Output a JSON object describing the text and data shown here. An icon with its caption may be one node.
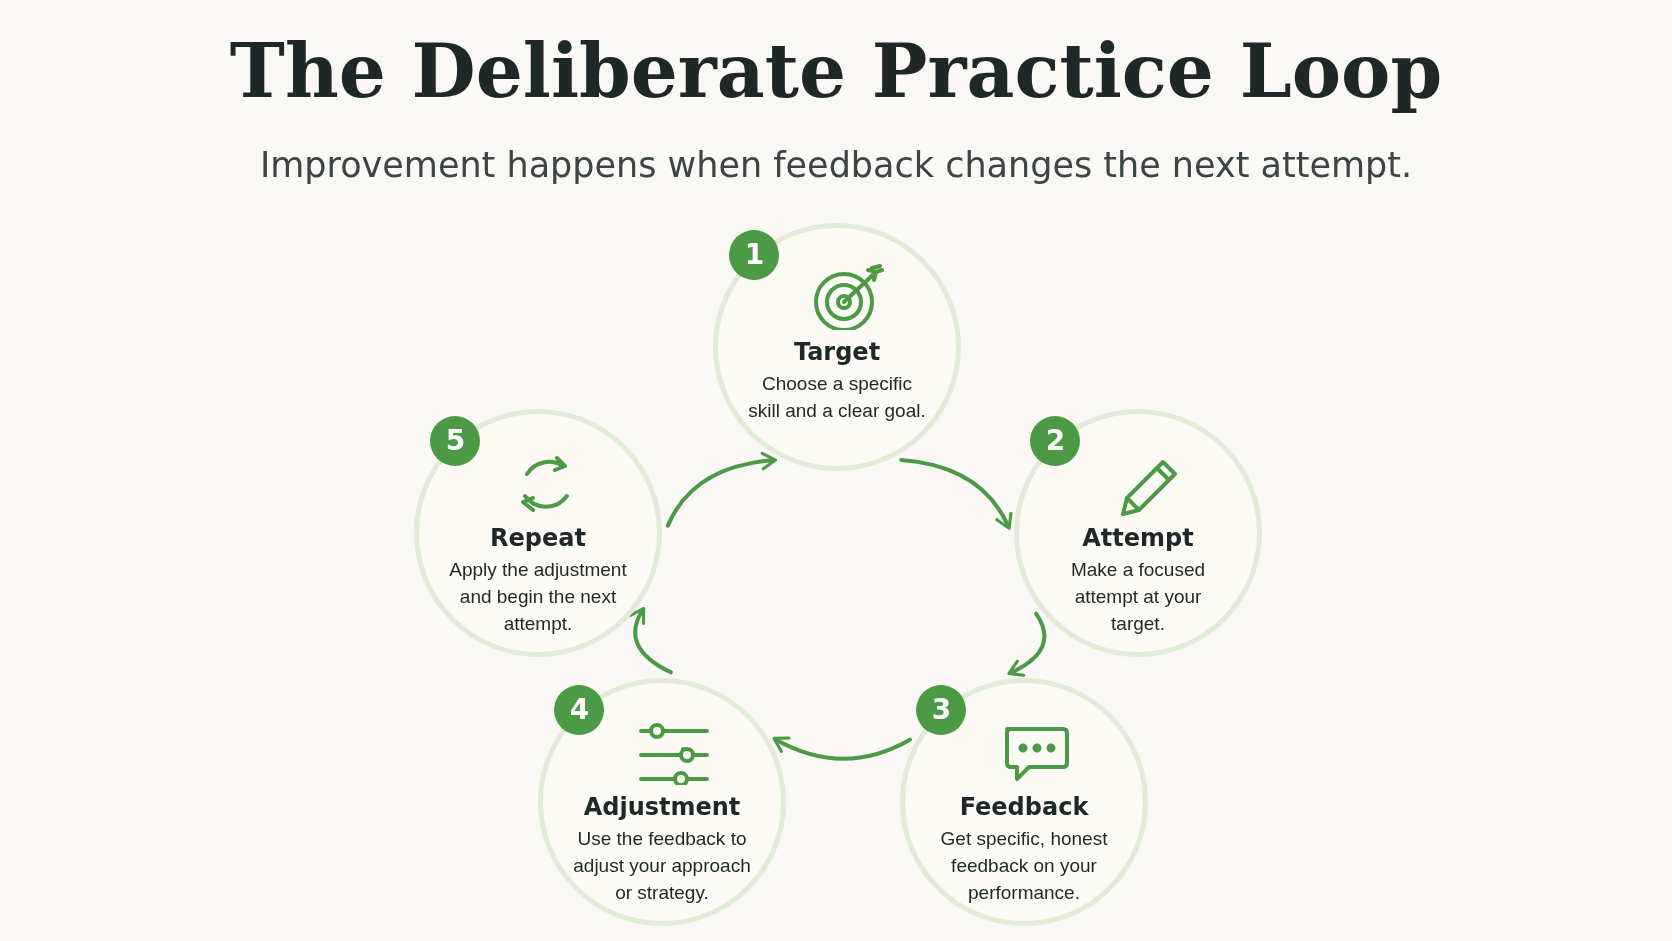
{
  "diagram": {
    "title": "The Deliberate Practice Loop",
    "caption": "Improvement happens when feedback changes the next attempt.",
    "nodes": [
      {
        "text": [
          "1",
          "Target",
          "Choose a specific skill and a clear goal."
        ]
      },
      {
        "text": [
          "2",
          "Attempt",
          "Make a focused attempt at your target."
        ]
      },
      {
        "text": [
          "3",
          "Feedback",
          "Get specific, honest feedback on your performance."
        ]
      },
      {
        "text": [
          "4",
          "Adjustment",
          "Use the feedback to adjust your approach or strategy."
        ]
      },
      {
        "text": [
          "5",
          "Repeat",
          "Apply the adjustment and begin the next attempt."
        ]
      }
    ],
    "edges": [
      {
        "from": 0,
        "to": 1,
        "arrow": "to"
      },
      {
        "from": 1,
        "to": 2,
        "arrow": "to"
      },
      {
        "from": 2,
        "to": 3,
        "arrow": "to"
      },
      {
        "from": 3,
        "to": 4,
        "arrow": "to"
      },
      {
        "from": 4,
        "to": 0,
        "arrow": "to"
      }
    ]
  }
}
